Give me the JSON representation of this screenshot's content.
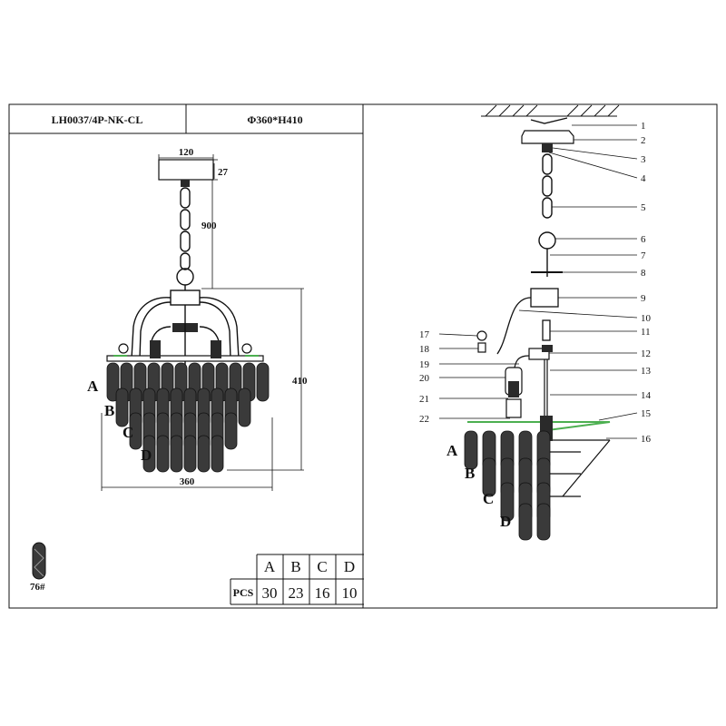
{
  "title_block": {
    "model_code": "LH0037/4P-NK-CL",
    "dimensions": "Φ360*H410"
  },
  "front_view": {
    "dims": {
      "canopy_width": "120",
      "canopy_height": "27",
      "chain_length": "900",
      "overall_height": "410",
      "overall_width": "360"
    },
    "tier_labels": [
      "A",
      "B",
      "C",
      "D"
    ]
  },
  "crystal_detail": {
    "part_number": "76#"
  },
  "exploded_view": {
    "part_numbers": [
      "1",
      "2",
      "3",
      "4",
      "5",
      "6",
      "7",
      "8",
      "9",
      "10",
      "11",
      "12",
      "13",
      "14",
      "15",
      "16",
      "17",
      "18",
      "19",
      "20",
      "21",
      "22"
    ],
    "tier_labels": [
      "A",
      "B",
      "C",
      "D"
    ]
  },
  "pcs_table": {
    "row_label": "PCS",
    "columns": [
      "A",
      "B",
      "C",
      "D"
    ],
    "counts": [
      "30",
      "23",
      "16",
      "10"
    ]
  },
  "colors": {
    "line": "#111111",
    "fill_dark": "#2a2a2a",
    "accent_green": "#4caf50",
    "grey": "#9a9a9a"
  }
}
